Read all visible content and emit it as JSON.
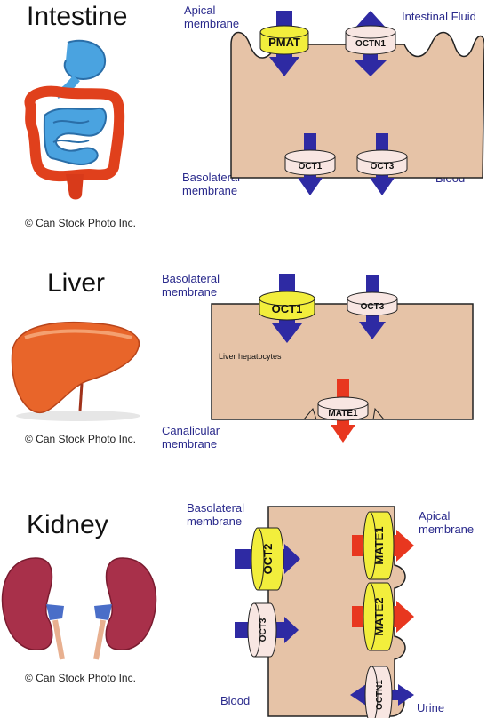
{
  "intestine": {
    "title": "Intestine",
    "credit": "© Can Stock Photo Inc.",
    "apical_label": [
      "Apical",
      "membrane"
    ],
    "fluid_label": "Intestinal Fluid",
    "basolateral_label": [
      "Basolateral",
      "membrane"
    ],
    "blood_label": "Blood",
    "transporters": [
      "PMAT",
      "OCTN1",
      "OCT1",
      "OCT3"
    ]
  },
  "liver": {
    "title": "Liver",
    "credit": "© Can Stock Photo Inc.",
    "basolateral_label": [
      "Basolateral",
      "membrane"
    ],
    "hepatocytes_label": "Liver hepatocytes",
    "canalicular_label": [
      "Canalicular",
      "membrane"
    ],
    "transporters": [
      "OCT1",
      "OCT3",
      "MATE1"
    ]
  },
  "kidney": {
    "title": "Kidney",
    "credit": "© Can Stock Photo Inc.",
    "basolateral_label": [
      "Basolateral",
      "membrane"
    ],
    "apical_label": [
      "Apical",
      "membrane"
    ],
    "blood_label": "Blood",
    "urine_label": "Urine",
    "transporters": [
      "OCT2",
      "OCT3",
      "MATE1",
      "MATE2",
      "OCTN1"
    ]
  },
  "colors": {
    "cell": "#e6c3a7",
    "arrow_blue": "#2e2aa3",
    "arrow_red": "#e8371f",
    "cylinder_yellow": "#f2ee3c",
    "cylinder_pink": "#f8e6e2",
    "label_blue": "#2a2a8c"
  }
}
